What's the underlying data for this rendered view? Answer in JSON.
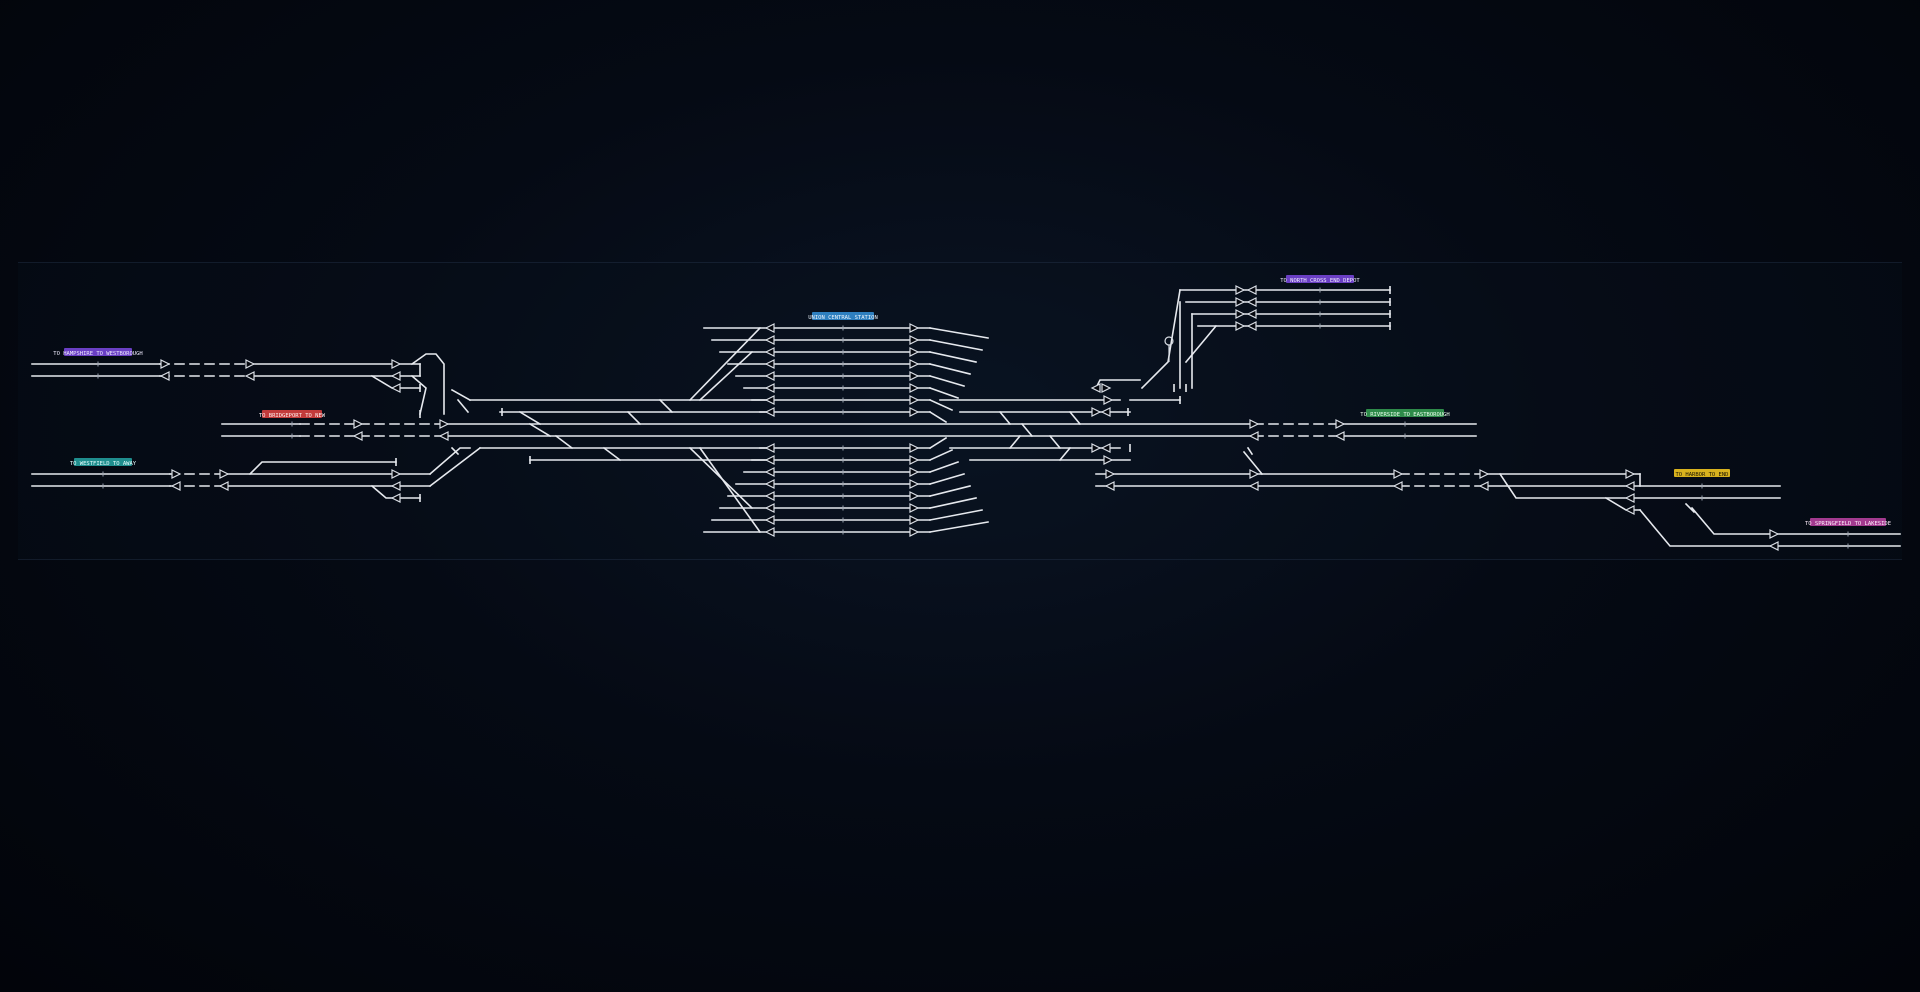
{
  "colors": {
    "background": "#03060c",
    "track": "#e6e9ee",
    "signal": "#d8dde4",
    "label_purple": "#6a3fc4",
    "label_red": "#c23b3b",
    "label_teal": "#1f8e8e",
    "label_blue": "#2e7fbf",
    "label_green": "#2e8b4a",
    "label_yellow": "#d8b21e",
    "label_magenta": "#a33a8f"
  },
  "labels": {
    "west_upper": "TO HAMPSHIRE TO WESTBOROUGH",
    "west_middle": "TO BRIDGEPORT TO NEW",
    "west_lower": "TO WESTFIELD TO AWAY",
    "central": "UNION CENTRAL STATION",
    "north_east": "TO NORTH CROSS END DEPOT",
    "east_middle": "TO RIVERSIDE TO EASTBOROUGH",
    "east_lower": "TO HARBOR TO END",
    "far_east": "TO SPRINGFIELD TO LAKESIDE"
  }
}
